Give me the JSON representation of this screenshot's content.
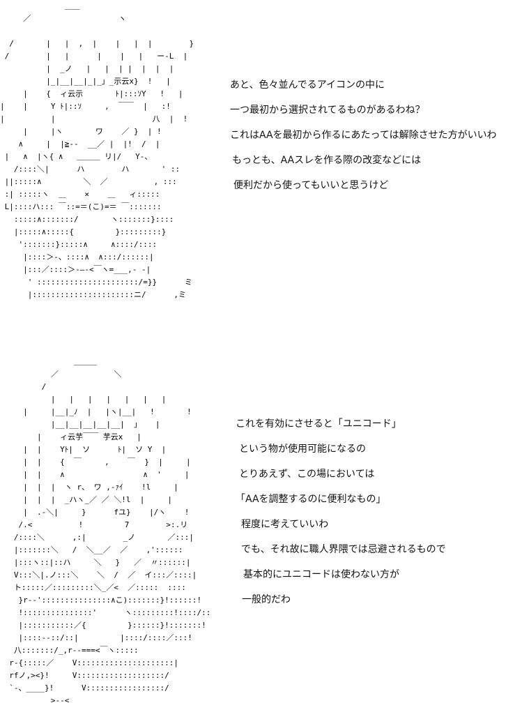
{
  "panel1": {
    "ascii_art": "              ＿＿\n     ／                   ヽ\n\n  /       |   |  ,  |    |   |  |        }\n /        |   |      |    |   |   ー-L  |\n          |  _ノ   |   |  | |  |  |  |\n          |_|__|__|_|_」_示云x}  !   |\n     |    {  ィ云示       ﾄ|:::ｿY   !   |\n|    |     Y ﾄ|::ｿ     ,  ￣￣  |   :!\n|          |                     八  |  !\n     |     |ヽ       ワ    ／ }  | !\n    ∧     |  |≧--  __／ |  |!  /  |\n |   ∧  |ヽ{ ∧   ＿＿＿ リ|/   Y-、\n   /::::＼|      ハ        ハ       ' ::\n ||:::::∧         ＼  ／          , :::\n :| :::::ヽ  ＿    ×    ＿   ィ:::::\n L|::::ハ::: ￣::=＝(こ)=＝ ￣:::::::\n   :::::∧:::::::/       ヽ:::::::}::::\n   |:::::∧:::::{         }:::::::::}\n    ':::::::}:::::∧     ∧::::/::::\n     |::::＞-、::::∧  ∧:::/::::::|\n     |:::／::::＞-―‐<￣ヽ=___,- -|\n      ' ::::::::::::::::::::::/=}}      ミ\n      |::::::::::::::::::::::ニ/      ,ミ",
    "dialogue": [
      "あと、色々並んでるアイコンの中に",
      "一つ最初から選択されてるものがあるわね？",
      "これはAAを最初から作るにあたっては解除させた方がいいわ",
      "もっとも、AAスレを作る際の改変などには",
      "便利だから使ってもいいと思うけど"
    ]
  },
  "panel2": {
    "ascii_art": "                ＿＿＿\n           ／            ＼\n         /\n           |   |   |   |   |   |   |\n     |     |__|_ﾉ  |   |ヽ|__|   !       !\n           |__|__|__|__|__|  」   |\n        |    ィ云芋￣￣ 芋云x   |\n     |  |    Yﾄ|  ソ      ﾄ|  ソ Y  |\n     |  |    {  ￣     ,    ￣  }  |     |\n     |  |    ∧                 ∧  '     |\n     |  |  |  ヽ r、 ワ ,-ｧｲ    !l     |\n     |  |  |  _ハヽ_／ ／ ＼!l  |     |\n     |  .-＼|     }      fユ}    |/ヽ    !\n    /.<          !         7        >:.リ\n   /::::＼      ,:|        _ノ       ／:::|\n   |:::::::＼   /  ＼__／  ／    ,'::::::\n   |:::ヽ::|::ハ     ＼   }   ／  〃::::::|\n   V:::＼|.ノ:::＼    ＼  /  ／  イ:::／::::|\n   ト:::::／:::::::::＼_／<  ／:::::  ::::\n    }r--':::::::::::::::∧こ):::::::}!::::::!\n    !:::::::::::::::'      ヽ:::::::::!::::/::!\n    |:::::::::::／{         }::::::}!:::::::!\n    |::::--::/::|         |::::/::::／:::!\n   八:::::::/_,r--===<￣ヽ:::::\n  r-{:::::／    V:::::::::::::::::::::|\n  rfノ,><}!     V:::::::::::::::::::/\n  `-、____}!      V:::::::::::::::::/\n           >--<",
    "dialogue": [
      "これを有効にさせると「ユニコード」",
      "という物が使用可能になるの",
      "とりあえず、この場においては",
      "「AAを調整するのに便利なもの」",
      "程度に考えていいわ",
      "でも、それ故に職人界隈では忌避されるもので",
      "基本的にユニコードは使わない方が",
      "一般的だわ"
    ]
  }
}
